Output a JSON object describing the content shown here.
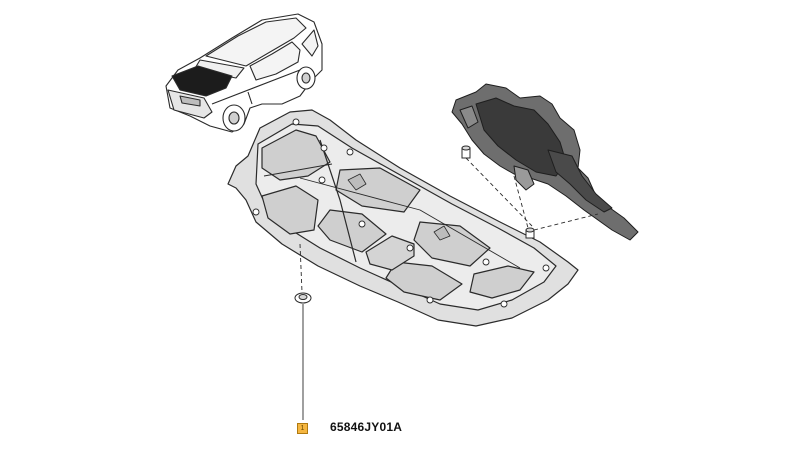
{
  "callout": {
    "marker_number": "1",
    "part_number": "65846JY01A"
  },
  "colors": {
    "marker_fill": "#f5b640",
    "line": "#2b2b2b",
    "panel_shade": "#d9d9d9",
    "cover_dark": "#3a3a3a",
    "cover_mid": "#6e6e6e"
  },
  "icons": {
    "vehicle": "car-outline-icon",
    "insulator": "hood-insulator-panel",
    "cover": "engine-cover-part",
    "clip": "retaining-clip-icon"
  }
}
